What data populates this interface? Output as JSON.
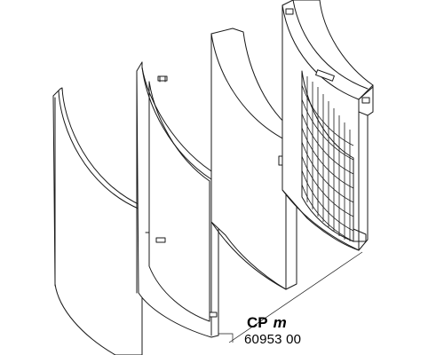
{
  "part_label": {
    "abbreviation": "CP",
    "size": "m",
    "article_number": "60953 00"
  },
  "colors": {
    "line": "#1a1a1a",
    "background": "#ffffff"
  }
}
